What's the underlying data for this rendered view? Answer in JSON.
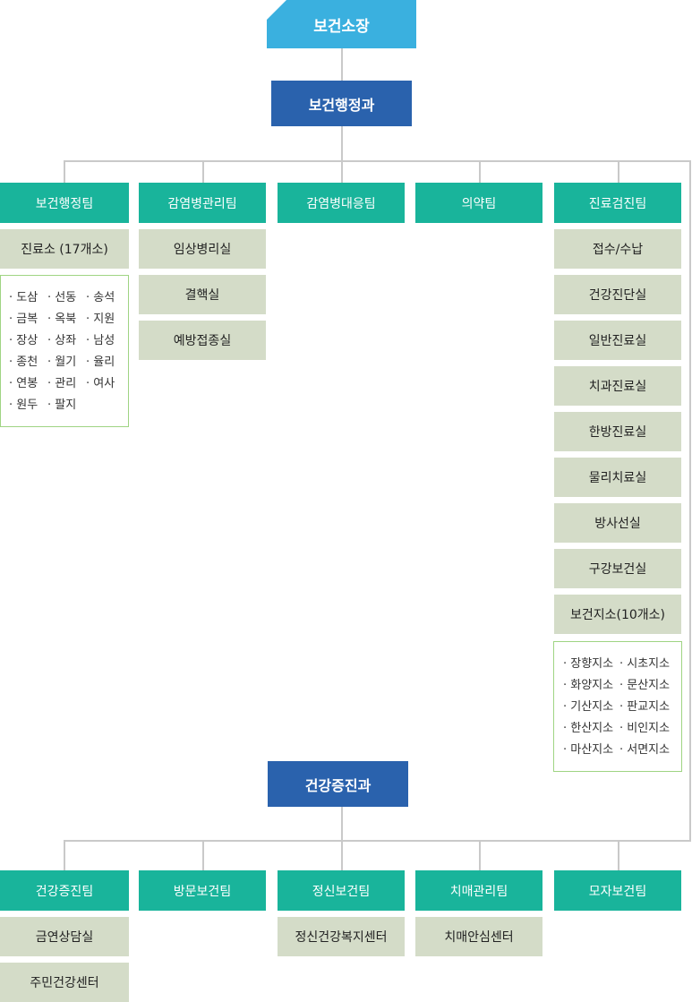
{
  "director": "보건소장",
  "admin_division": {
    "name": "보건행정과",
    "teams": [
      {
        "name": "보건행정팀",
        "units": [
          "진료소 (17개소)"
        ]
      },
      {
        "name": "감염병관리팀",
        "units": [
          "임상병리실",
          "결핵실",
          "예방접종실"
        ]
      },
      {
        "name": "감염병대응팀",
        "units": []
      },
      {
        "name": "의약팀",
        "units": []
      },
      {
        "name": "진료검진팀",
        "units": [
          "접수/수납",
          "건강진단실",
          "일반진료실",
          "치과진료실",
          "한방진료실",
          "물리치료실",
          "방사선실",
          "구강보건실",
          "보건지소(10개소)"
        ]
      }
    ],
    "clinic_list": [
      "도삼",
      "선동",
      "송석",
      "금복",
      "옥북",
      "지원",
      "장상",
      "상좌",
      "남성",
      "종천",
      "월기",
      "율리",
      "연봉",
      "관리",
      "여사",
      "원두",
      "팔지"
    ],
    "branch_list": [
      "장향지소",
      "시초지소",
      "화양지소",
      "문산지소",
      "기산지소",
      "판교지소",
      "한산지소",
      "비인지소",
      "마산지소",
      "서면지소"
    ]
  },
  "health_division": {
    "name": "건강증진과",
    "teams": [
      {
        "name": "건강증진팀",
        "units": [
          "금연상담실",
          "주민건강센터"
        ]
      },
      {
        "name": "방문보건팀",
        "units": []
      },
      {
        "name": "정신보건팀",
        "units": [
          "정신건강복지센터"
        ]
      },
      {
        "name": "치매관리팀",
        "units": [
          "치매안심센터"
        ]
      },
      {
        "name": "모자보건팀",
        "units": []
      }
    ]
  },
  "colors": {
    "director": "#3ab0df",
    "division": "#2a62ad",
    "team": "#19b49b",
    "unit": "#d4dcc8",
    "list_border": "#9fd483",
    "line": "#c9c9c9"
  }
}
